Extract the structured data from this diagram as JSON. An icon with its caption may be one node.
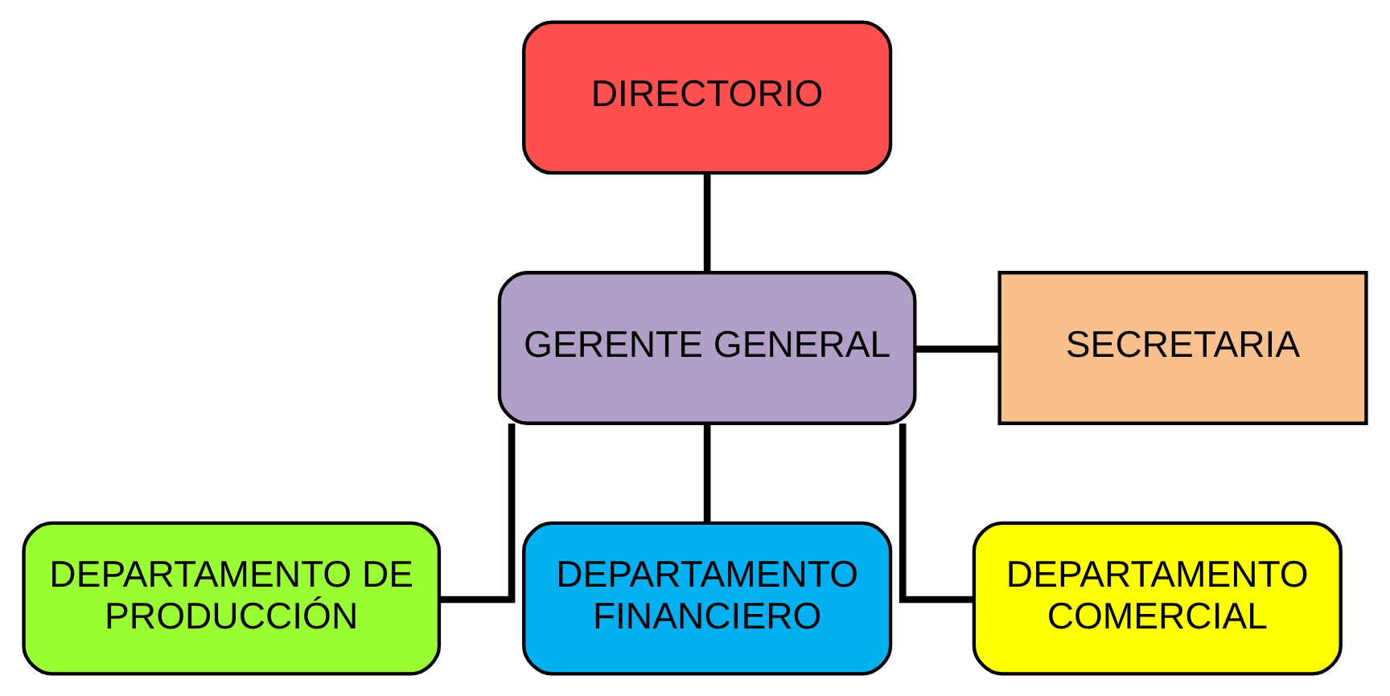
{
  "diagram": {
    "nodes": [
      {
        "text": [
          "DIRECTORIO"
        ]
      },
      {
        "text": [
          "GERENTE GENERAL"
        ]
      },
      {
        "text": [
          "SECRETARIA"
        ]
      },
      {
        "text": [
          "DEPARTAMENTO DE PRODUCCIÓN"
        ]
      },
      {
        "text": [
          "DEPARTAMENTO FINANCIERO"
        ]
      },
      {
        "text": [
          "DEPARTAMENTO COMERCIAL"
        ]
      }
    ],
    "edges": [
      {
        "from": 0,
        "to": 1,
        "arrow": "none"
      },
      {
        "from": 1,
        "to": 2,
        "arrow": "none"
      },
      {
        "from": 1,
        "to": 3,
        "arrow": "none"
      },
      {
        "from": 1,
        "to": 4,
        "arrow": "none"
      },
      {
        "from": 1,
        "to": 5,
        "arrow": "none"
      }
    ]
  }
}
